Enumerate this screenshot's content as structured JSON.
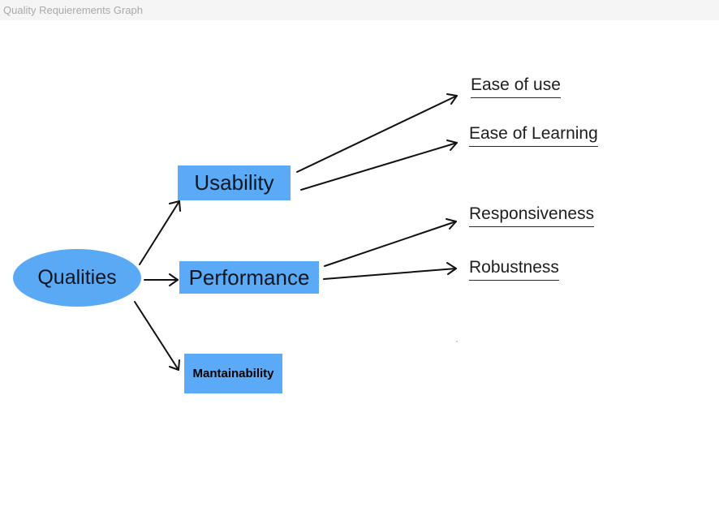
{
  "frame": {
    "title": "Quality Requierements Graph"
  },
  "diagram": {
    "root": {
      "label": "Qualities",
      "shape": "ellipse",
      "color": "#5aa9f5"
    },
    "categories": [
      {
        "label": "Usability",
        "shape": "rectangle",
        "color": "#5aaaf7"
      },
      {
        "label": "Performance",
        "shape": "rectangle",
        "color": "#5aaaf7"
      },
      {
        "label": "Mantainability",
        "shape": "rectangle",
        "color": "#5aaaf7"
      }
    ],
    "leaves": [
      {
        "label": "Ease of use",
        "parent": "Usability"
      },
      {
        "label": "Ease of Learning",
        "parent": "Usability"
      },
      {
        "label": "Responsiveness",
        "parent": "Performance"
      },
      {
        "label": "Robustness",
        "parent": "Performance"
      }
    ],
    "edges": [
      {
        "from": "Qualities",
        "to": "Usability"
      },
      {
        "from": "Qualities",
        "to": "Performance"
      },
      {
        "from": "Qualities",
        "to": "Mantainability"
      },
      {
        "from": "Usability",
        "to": "Ease of use"
      },
      {
        "from": "Usability",
        "to": "Ease of Learning"
      },
      {
        "from": "Performance",
        "to": "Responsiveness"
      },
      {
        "from": "Performance",
        "to": "Robustness"
      }
    ],
    "arrow_color": "#111111"
  }
}
